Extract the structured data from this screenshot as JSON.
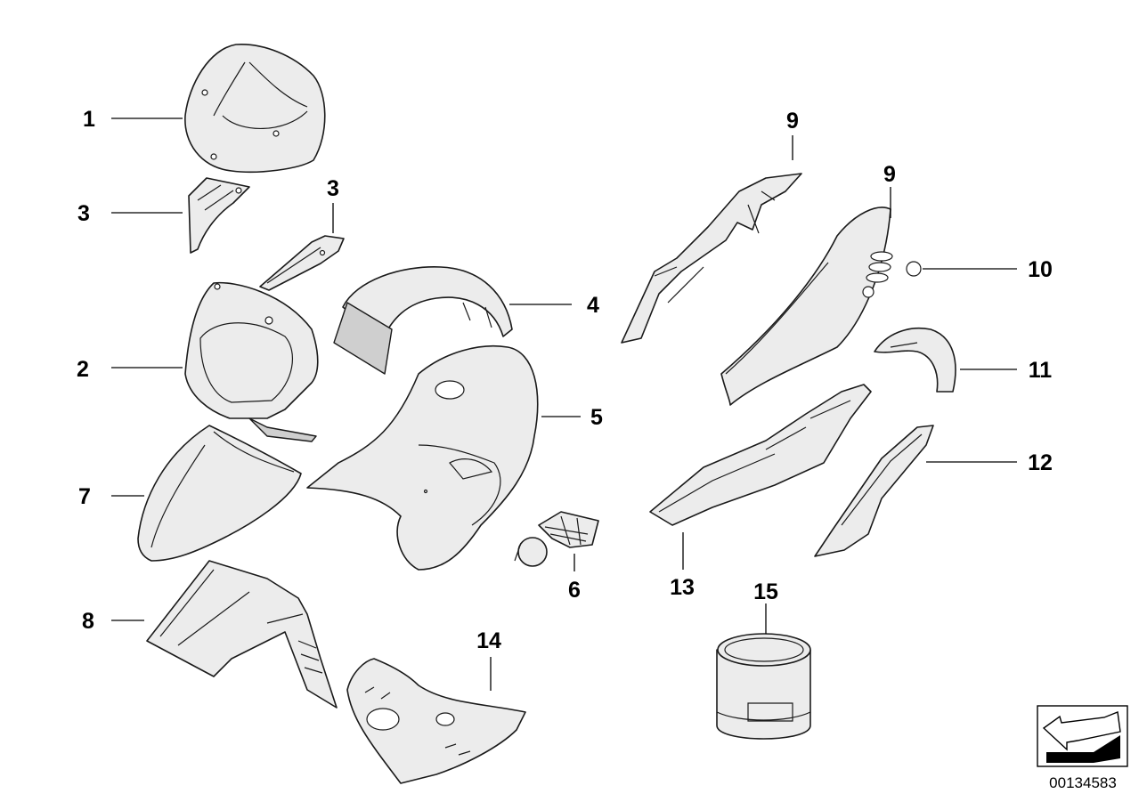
{
  "diagram": {
    "callouts": [
      {
        "label": "1"
      },
      {
        "label": "3"
      },
      {
        "label": "3"
      },
      {
        "label": "2"
      },
      {
        "label": "4"
      },
      {
        "label": "5"
      },
      {
        "label": "7"
      },
      {
        "label": "6"
      },
      {
        "label": "8"
      },
      {
        "label": "14"
      },
      {
        "label": "9"
      },
      {
        "label": "9"
      },
      {
        "label": "10"
      },
      {
        "label": "11"
      },
      {
        "label": "12"
      },
      {
        "label": "13"
      },
      {
        "label": "15"
      }
    ],
    "document_number": "00134583",
    "icons": [
      "direction-arrow-icon"
    ]
  }
}
